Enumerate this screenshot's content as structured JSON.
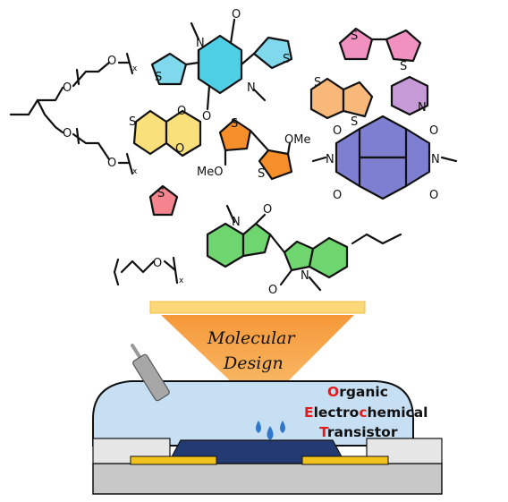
{
  "funnel": {
    "line1": "Molecular",
    "line2": "Design"
  },
  "device": {
    "word1_initial": "O",
    "word1_rest": "rganic",
    "word2_initial": "E",
    "word2_mid": "lectro",
    "word2_c": "c",
    "word2_rest": "hemical",
    "word3_initial": "T",
    "word3_rest": "ransistor"
  },
  "atoms": {
    "S": "S",
    "N": "N",
    "O": "O",
    "OMe": "OMe",
    "MeO": "MeO",
    "x": "x"
  },
  "colors": {
    "thiophene_cyan": "#7fd8ec",
    "dpp_core": "#4fcfe6",
    "bithiophene_pink": "#f191c0",
    "thienothiophene_orange": "#f8b87a",
    "pyridine_violet": "#c59ad6",
    "edot_yellow": "#f9e07a",
    "methoxy_orange": "#f68e2a",
    "ndi_blue": "#7e7fd1",
    "thiophene_red": "#f4858f",
    "isoindigo_green": "#6fd66f",
    "funnel_top": "#fbd879",
    "funnel_orange": "#f8a43c",
    "electrolyte": "#c7dff2",
    "substrate": "#c8c8c8",
    "electrode_gold": "#f2c21c",
    "channel_navy": "#233a72",
    "droplet": "#2f77c9",
    "accent_red": "#e21b1b"
  },
  "icons": [
    "pipette-icon",
    "droplet-icon"
  ]
}
